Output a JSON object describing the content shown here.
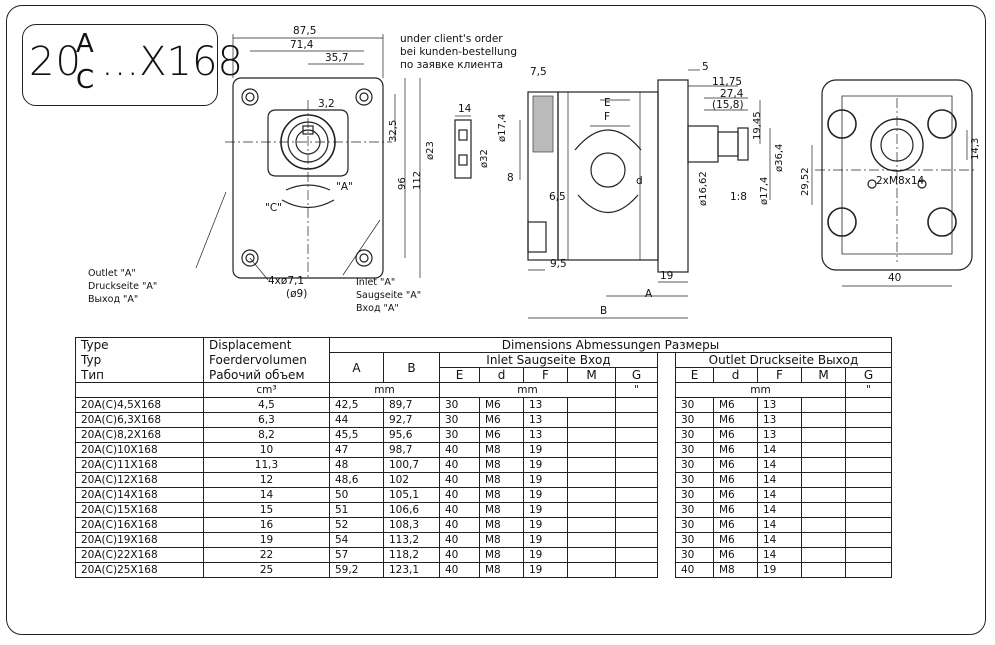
{
  "title": {
    "main": "20",
    "upper": "A",
    "lower": "C",
    "suffix": "...X168"
  },
  "note": [
    "under client's order",
    "bei kunden-bestellung",
    "по заявке клиента"
  ],
  "front_view": {
    "dims": {
      "w1": "87,5",
      "w2": "71,4",
      "w3": "35,7",
      "w4": "3,2",
      "h1": "32,5",
      "h2": "96",
      "h3": "112",
      "d1": "ø23",
      "holes": "4xø7,1",
      "holes_sub": "(ø9)"
    },
    "rotation_labels": {
      "c": "\"C\"",
      "a": "\"A\""
    },
    "outlet_label": [
      "Outlet   \"A\"",
      "Druckseite \"A\"",
      "Выход    \"A\""
    ],
    "inlet_label": [
      "Inlet      \"A\"",
      "Saugseite \"A\"",
      "Вход      \"A\""
    ]
  },
  "key_view": {
    "dims": {
      "w": "14",
      "d1": "ø17,4",
      "d2": "ø32",
      "h": "8"
    }
  },
  "side_view": {
    "dims": {
      "d1": "7,5",
      "d2": "5",
      "d3": "11,75",
      "d4": "27,4",
      "d5": "(15,8)",
      "d6": "19,45",
      "d7": "ø36,4",
      "d8": "ø17,4",
      "d9": "ø16,62",
      "taper": "1:8",
      "e": "E",
      "f": "F",
      "d": "d",
      "s65": "6,5",
      "s95": "9,5",
      "s19": "19",
      "a": "A",
      "b": "B"
    }
  },
  "back_view": {
    "dims": {
      "h1": "29,52",
      "h2": "14,3",
      "w": "40",
      "thread": "2xM8x14"
    }
  },
  "table": {
    "headers": {
      "type": [
        "Type",
        "Typ",
        "Тип"
      ],
      "disp": [
        "Displacement",
        "Foerdervolumen",
        "Рабочий объем"
      ],
      "dims_title": "Dimensions   Abmessungen   Размеры",
      "inlet": "Inlet   Saugseite   Вход",
      "outlet": "Outlet   Druckseite   Выход",
      "a": "A",
      "b": "B",
      "sub": [
        "E",
        "d",
        "F",
        "M",
        "G"
      ],
      "unit_disp": "cm³",
      "unit_mm": "mm",
      "unit_in": "\""
    },
    "rows": [
      [
        "20A(C)4,5X168",
        "4,5",
        "42,5",
        "89,7",
        "30",
        "M6",
        "13",
        "",
        "",
        "30",
        "M6",
        "13",
        "",
        ""
      ],
      [
        "20A(C)6,3X168",
        "6,3",
        "44",
        "92,7",
        "30",
        "M6",
        "13",
        "",
        "",
        "30",
        "M6",
        "13",
        "",
        ""
      ],
      [
        "20A(C)8,2X168",
        "8,2",
        "45,5",
        "95,6",
        "30",
        "M6",
        "13",
        "",
        "",
        "30",
        "M6",
        "13",
        "",
        ""
      ],
      [
        "20A(C)10X168",
        "10",
        "47",
        "98,7",
        "40",
        "M8",
        "19",
        "",
        "",
        "30",
        "M6",
        "14",
        "",
        ""
      ],
      [
        "20A(C)11X168",
        "11,3",
        "48",
        "100,7",
        "40",
        "M8",
        "19",
        "",
        "",
        "30",
        "M6",
        "14",
        "",
        ""
      ],
      [
        "20A(C)12X168",
        "12",
        "48,6",
        "102",
        "40",
        "M8",
        "19",
        "",
        "",
        "30",
        "M6",
        "14",
        "",
        ""
      ],
      [
        "20A(C)14X168",
        "14",
        "50",
        "105,1",
        "40",
        "M8",
        "19",
        "",
        "",
        "30",
        "M6",
        "14",
        "",
        ""
      ],
      [
        "20A(C)15X168",
        "15",
        "51",
        "106,6",
        "40",
        "M8",
        "19",
        "",
        "",
        "30",
        "M6",
        "14",
        "",
        ""
      ],
      [
        "20A(C)16X168",
        "16",
        "52",
        "108,3",
        "40",
        "M8",
        "19",
        "",
        "",
        "30",
        "M6",
        "14",
        "",
        ""
      ],
      [
        "20A(C)19X168",
        "19",
        "54",
        "113,2",
        "40",
        "M8",
        "19",
        "",
        "",
        "30",
        "M6",
        "14",
        "",
        ""
      ],
      [
        "20A(C)22X168",
        "22",
        "57",
        "118,2",
        "40",
        "M8",
        "19",
        "",
        "",
        "30",
        "M6",
        "14",
        "",
        ""
      ],
      [
        "20A(C)25X168",
        "25",
        "59,2",
        "123,1",
        "40",
        "M8",
        "19",
        "",
        "",
        "40",
        "M8",
        "19",
        "",
        ""
      ]
    ]
  }
}
